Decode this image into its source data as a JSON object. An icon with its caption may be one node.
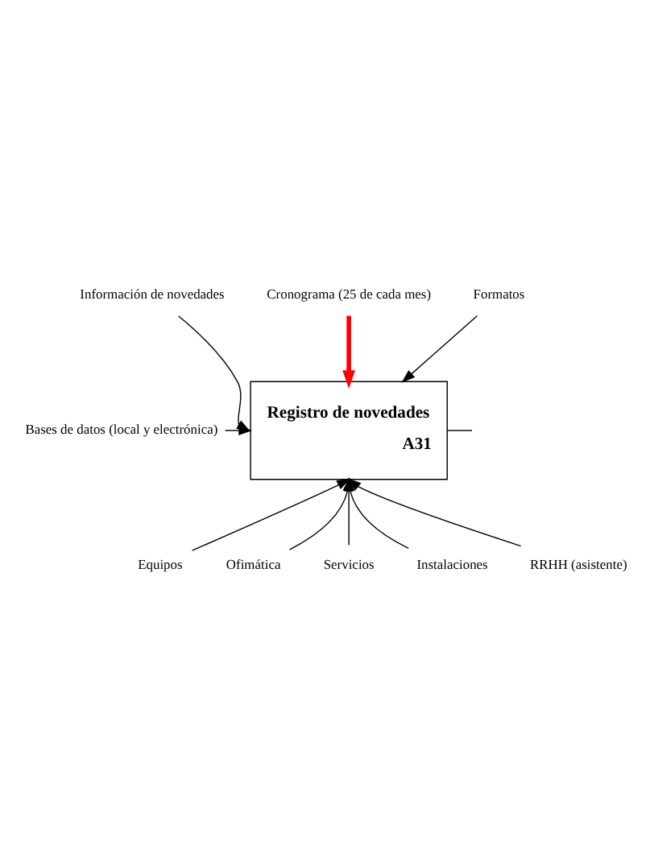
{
  "diagram": {
    "nodes": [
      {
        "text": [
          "Cronograma (25 de cada mes)"
        ]
      },
      {
        "text": [
          "Formatos"
        ]
      },
      {
        "text": [
          "Información de novedades"
        ]
      },
      {
        "text": [
          "Registro de novedades",
          "A31"
        ]
      },
      {
        "text": [
          "Bases de datos (local y electrónica)"
        ]
      },
      {
        "text": [
          "Equipos"
        ]
      },
      {
        "text": [
          "Ofimática"
        ]
      },
      {
        "text": [
          "Servicios"
        ]
      },
      {
        "text": [
          "Instalaciones"
        ]
      },
      {
        "text": [
          "RRHH (asistente)"
        ]
      }
    ],
    "edges": [
      {
        "from": 0,
        "to": 3,
        "arrow": "to",
        "style": "thick",
        "color": "#ff0000"
      },
      {
        "from": 1,
        "to": 3,
        "arrow": "to"
      },
      {
        "from": 2,
        "to": 3,
        "arrow": "to"
      },
      {
        "from": 4,
        "to": 3,
        "arrow": "to"
      },
      {
        "from": 5,
        "to": 3,
        "arrow": "to"
      },
      {
        "from": 6,
        "to": 3,
        "arrow": "to"
      },
      {
        "from": 7,
        "to": 3,
        "arrow": "to"
      },
      {
        "from": 8,
        "to": 3,
        "arrow": "to"
      },
      {
        "from": 9,
        "to": 3,
        "arrow": "to"
      },
      {
        "from": 3,
        "to": null,
        "arrow": "none"
      }
    ]
  }
}
